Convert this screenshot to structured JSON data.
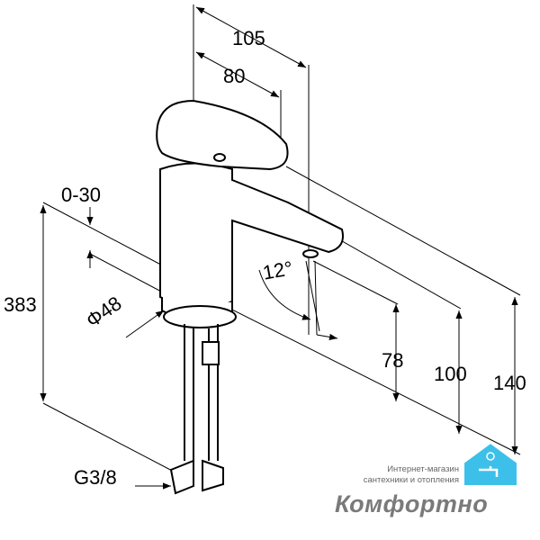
{
  "dimensions": {
    "d105": "105",
    "d80": "80",
    "d0_30": "0-30",
    "d383": "383",
    "d48": "Φ48",
    "angle": "12°",
    "d78": "78",
    "d100": "100",
    "d140": "140",
    "thread": "G3/8"
  },
  "watermark": {
    "line1": "Интернет-магазин",
    "line2": "сантехники и отопления",
    "brand": "Комфортно",
    "color": "#3cc0ea"
  }
}
